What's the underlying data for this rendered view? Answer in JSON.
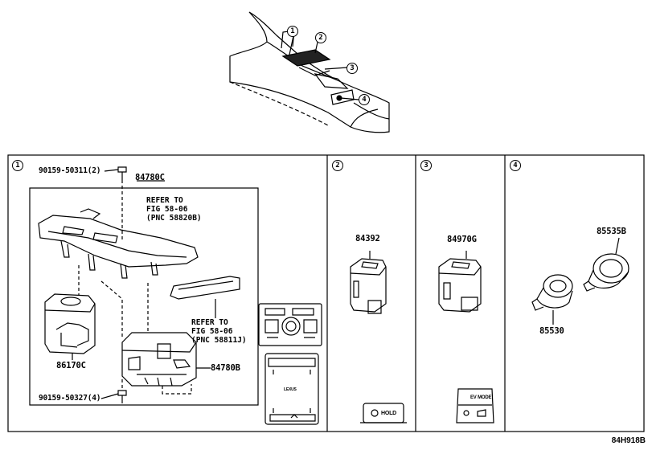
{
  "callouts": [
    "1",
    "2",
    "3",
    "4"
  ],
  "panel1": {
    "bolt_top": "90159-50311(2)",
    "bolt_bottom": "90159-50327(4)",
    "part_84780C": "84780C",
    "part_86170C": "86170C",
    "part_84780B": "84780B",
    "refer_a": "REFER TO\nFIG 58-06\n(PNC 58820B)",
    "refer_b": "REFER TO\nFIG 58-06\n(PNC 58811J)",
    "brand_text": "LEXUS"
  },
  "panel2": {
    "part": "84392",
    "switch_text": "HOLD"
  },
  "panel3": {
    "part": "84970G",
    "switch_text": "EV MODE"
  },
  "panel4": {
    "part_a": "85535B",
    "part_b": "85530"
  },
  "diagram_code": "84H918B"
}
